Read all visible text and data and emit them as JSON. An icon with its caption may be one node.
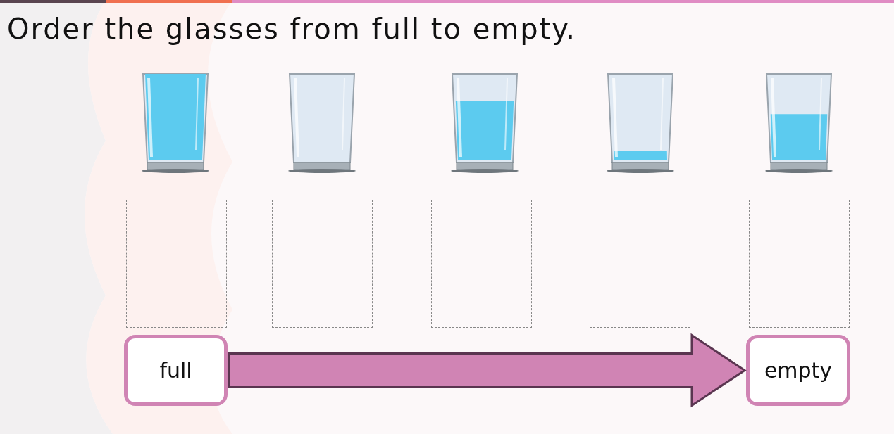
{
  "diagram": {
    "title": "Order the glasses from full to empty.",
    "nodes": [
      {
        "text": [],
        "shape": "picture"
      },
      {
        "text": [],
        "shape": "picture"
      },
      {
        "text": [],
        "shape": "picture"
      },
      {
        "text": [],
        "shape": "picture"
      },
      {
        "text": [],
        "shape": "picture"
      },
      {
        "text": [],
        "shape": "box"
      },
      {
        "text": [],
        "shape": "box"
      },
      {
        "text": [],
        "shape": "box"
      },
      {
        "text": [],
        "shape": "box"
      },
      {
        "text": [],
        "shape": "box"
      },
      {
        "text": [
          "full"
        ]
      },
      {
        "text": [
          "empty"
        ]
      }
    ],
    "edges": [
      {
        "from": 10,
        "to": 11,
        "arrow": "to",
        "style": "thick",
        "color": "#d084b4"
      }
    ]
  }
}
